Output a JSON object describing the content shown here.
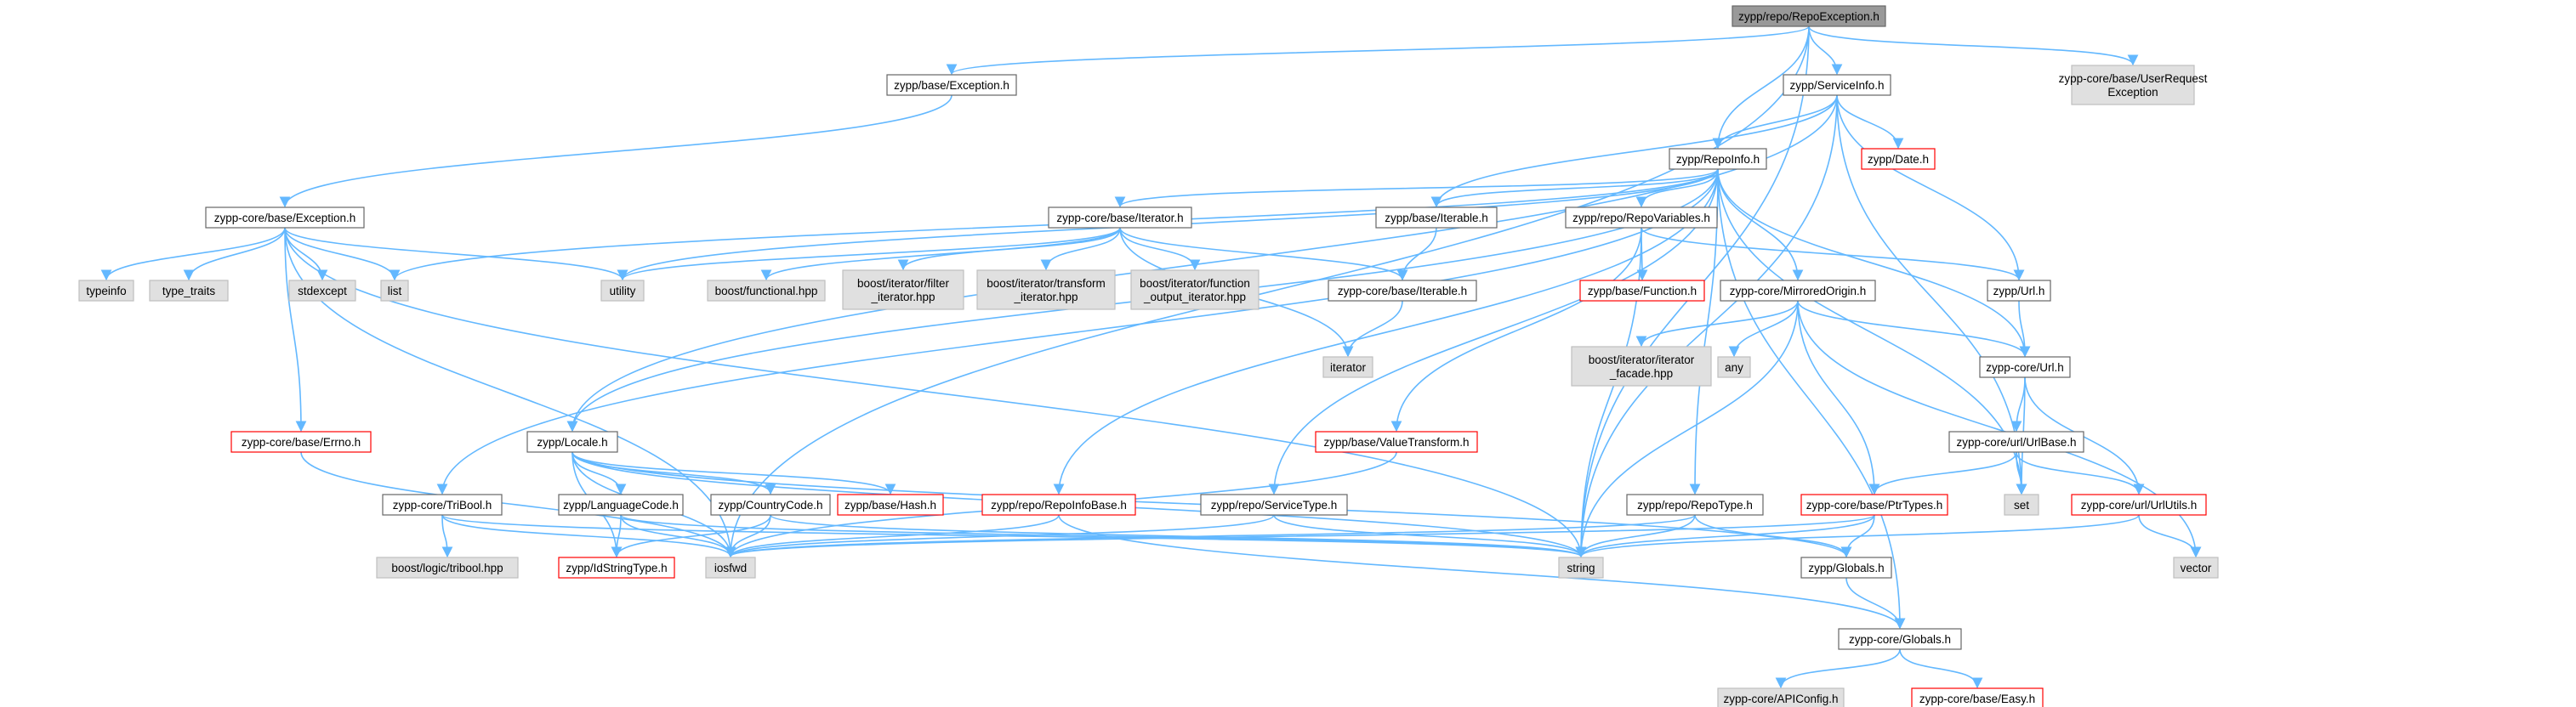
{
  "colors": {
    "edge": "#63b8ff",
    "root_fill": "#999999",
    "root_border": "#666666",
    "doc_fill": "#ffffff",
    "doc_border": "#666666",
    "missing_fill": "#ffffff",
    "missing_border": "#ff0000",
    "system_fill": "#e0e0e0",
    "system_border": "#bfbfbf"
  },
  "nodes": [
    {
      "id": "root",
      "label": "zypp/repo/RepoException.h",
      "style": "root"
    },
    {
      "id": "zbExc",
      "label": "zypp/base/Exception.h",
      "style": "doc"
    },
    {
      "id": "svcInfo",
      "label": "zypp/ServiceInfo.h",
      "style": "doc"
    },
    {
      "id": "ureq",
      "label": "zypp-core/base/UserRequest\nException",
      "style": "system"
    },
    {
      "id": "zcbExc",
      "label": "zypp-core/base/Exception.h",
      "style": "doc"
    },
    {
      "id": "repoInfo",
      "label": "zypp/RepoInfo.h",
      "style": "doc"
    },
    {
      "id": "date",
      "label": "zypp/Date.h",
      "style": "missing"
    },
    {
      "id": "typeinfo",
      "label": "typeinfo",
      "style": "system"
    },
    {
      "id": "type_traits",
      "label": "type_traits",
      "style": "system"
    },
    {
      "id": "stdexcept",
      "label": "stdexcept",
      "style": "system"
    },
    {
      "id": "list",
      "label": "list",
      "style": "system"
    },
    {
      "id": "utility",
      "label": "utility",
      "style": "system"
    },
    {
      "id": "zcbIter",
      "label": "zypp-core/base/Iterator.h",
      "style": "doc"
    },
    {
      "id": "zbIterable",
      "label": "zypp/base/Iterable.h",
      "style": "doc"
    },
    {
      "id": "repoVars",
      "label": "zypp/repo/RepoVariables.h",
      "style": "doc"
    },
    {
      "id": "bfunc",
      "label": "boost/functional.hpp",
      "style": "system"
    },
    {
      "id": "bfilter",
      "label": "boost/iterator/filter\n_iterator.hpp",
      "style": "system"
    },
    {
      "id": "btransform",
      "label": "boost/iterator/transform\n_iterator.hpp",
      "style": "system"
    },
    {
      "id": "bfunctionout",
      "label": "boost/iterator/function\n_output_iterator.hpp",
      "style": "system"
    },
    {
      "id": "zcbIterable",
      "label": "zypp-core/base/Iterable.h",
      "style": "doc"
    },
    {
      "id": "zbFunction",
      "label": "zypp/base/Function.h",
      "style": "missing"
    },
    {
      "id": "mirrored",
      "label": "zypp-core/MirroredOrigin.h",
      "style": "doc"
    },
    {
      "id": "url",
      "label": "zypp/Url.h",
      "style": "doc"
    },
    {
      "id": "iterator",
      "label": "iterator",
      "style": "system"
    },
    {
      "id": "bfacade",
      "label": "boost/iterator/iterator\n_facade.hpp",
      "style": "system"
    },
    {
      "id": "any",
      "label": "any",
      "style": "system"
    },
    {
      "id": "zcUrl",
      "label": "zypp-core/Url.h",
      "style": "doc"
    },
    {
      "id": "errno",
      "label": "zypp-core/base/Errno.h",
      "style": "missing"
    },
    {
      "id": "locale",
      "label": "zypp/Locale.h",
      "style": "doc"
    },
    {
      "id": "valueT",
      "label": "zypp/base/ValueTransform.h",
      "style": "missing"
    },
    {
      "id": "urlBase",
      "label": "zypp-core/url/UrlBase.h",
      "style": "doc"
    },
    {
      "id": "triBool",
      "label": "zypp-core/TriBool.h",
      "style": "doc"
    },
    {
      "id": "langCode",
      "label": "zypp/LanguageCode.h",
      "style": "doc"
    },
    {
      "id": "countryCode",
      "label": "zypp/CountryCode.h",
      "style": "doc"
    },
    {
      "id": "hash",
      "label": "zypp/base/Hash.h",
      "style": "missing"
    },
    {
      "id": "repoInfoBase",
      "label": "zypp/repo/RepoInfoBase.h",
      "style": "missing"
    },
    {
      "id": "serviceType",
      "label": "zypp/repo/ServiceType.h",
      "style": "doc"
    },
    {
      "id": "repoType",
      "label": "zypp/repo/RepoType.h",
      "style": "doc"
    },
    {
      "id": "ptrTypes",
      "label": "zypp-core/base/PtrTypes.h",
      "style": "missing"
    },
    {
      "id": "set",
      "label": "set",
      "style": "system"
    },
    {
      "id": "urlUtils",
      "label": "zypp-core/url/UrlUtils.h",
      "style": "missing"
    },
    {
      "id": "btribool",
      "label": "boost/logic/tribool.hpp",
      "style": "system"
    },
    {
      "id": "idString",
      "label": "zypp/IdStringType.h",
      "style": "missing"
    },
    {
      "id": "iosfwd",
      "label": "iosfwd",
      "style": "system"
    },
    {
      "id": "string",
      "label": "string",
      "style": "system"
    },
    {
      "id": "zGlobals",
      "label": "zypp/Globals.h",
      "style": "doc"
    },
    {
      "id": "vector",
      "label": "vector",
      "style": "system"
    },
    {
      "id": "zcGlobals",
      "label": "zypp-core/Globals.h",
      "style": "doc"
    },
    {
      "id": "apiConfig",
      "label": "zypp-core/APIConfig.h",
      "style": "system"
    },
    {
      "id": "easy",
      "label": "zypp-core/base/Easy.h",
      "style": "missing"
    }
  ],
  "edges": [
    [
      "root",
      "zbExc"
    ],
    [
      "root",
      "svcInfo"
    ],
    [
      "root",
      "ureq"
    ],
    [
      "root",
      "repoInfo"
    ],
    [
      "root",
      "iosfwd"
    ],
    [
      "root",
      "string"
    ],
    [
      "zbExc",
      "zcbExc"
    ],
    [
      "zcbExc",
      "typeinfo"
    ],
    [
      "zcbExc",
      "type_traits"
    ],
    [
      "zcbExc",
      "stdexcept"
    ],
    [
      "zcbExc",
      "list"
    ],
    [
      "zcbExc",
      "utility"
    ],
    [
      "zcbExc",
      "errno"
    ],
    [
      "zcbExc",
      "iosfwd"
    ],
    [
      "zcbExc",
      "string"
    ],
    [
      "errno",
      "iosfwd"
    ],
    [
      "svcInfo",
      "repoInfo"
    ],
    [
      "svcInfo",
      "date"
    ],
    [
      "svcInfo",
      "url"
    ],
    [
      "svcInfo",
      "set"
    ],
    [
      "svcInfo",
      "string"
    ],
    [
      "svcInfo",
      "zbIterable"
    ],
    [
      "svcInfo",
      "locale"
    ],
    [
      "repoInfo",
      "list"
    ],
    [
      "repoInfo",
      "utility"
    ],
    [
      "repoInfo",
      "zcbIter"
    ],
    [
      "repoInfo",
      "zbIterable"
    ],
    [
      "repoInfo",
      "repoVars"
    ],
    [
      "repoInfo",
      "mirrored"
    ],
    [
      "repoInfo",
      "zcUrl"
    ],
    [
      "repoInfo",
      "set"
    ],
    [
      "repoInfo",
      "triBool"
    ],
    [
      "repoInfo",
      "locale"
    ],
    [
      "repoInfo",
      "repoInfoBase"
    ],
    [
      "repoInfo",
      "serviceType"
    ],
    [
      "repoInfo",
      "repoType"
    ],
    [
      "repoInfo",
      "zcGlobals"
    ],
    [
      "zcbIter",
      "utility"
    ],
    [
      "zcbIter",
      "bfunc"
    ],
    [
      "zcbIter",
      "bfilter"
    ],
    [
      "zcbIter",
      "btransform"
    ],
    [
      "zcbIter",
      "bfunctionout"
    ],
    [
      "zcbIter",
      "zcbIterable"
    ],
    [
      "zcbIter",
      "iterator"
    ],
    [
      "zbIterable",
      "zcbIterable"
    ],
    [
      "zcbIterable",
      "iterator"
    ],
    [
      "repoVars",
      "zbFunction"
    ],
    [
      "repoVars",
      "valueT"
    ],
    [
      "repoVars",
      "url"
    ],
    [
      "repoVars",
      "string"
    ],
    [
      "valueT",
      "iosfwd"
    ],
    [
      "mirrored",
      "bfacade"
    ],
    [
      "mirrored",
      "any"
    ],
    [
      "mirrored",
      "zcUrl"
    ],
    [
      "mirrored",
      "ptrTypes"
    ],
    [
      "mirrored",
      "string"
    ],
    [
      "mirrored",
      "vector"
    ],
    [
      "url",
      "zcUrl"
    ],
    [
      "zcUrl",
      "urlBase"
    ],
    [
      "zcUrl",
      "urlUtils"
    ],
    [
      "zcUrl",
      "set"
    ],
    [
      "urlBase",
      "ptrTypes"
    ],
    [
      "urlBase",
      "set"
    ],
    [
      "urlBase",
      "urlUtils"
    ],
    [
      "urlUtils",
      "vector"
    ],
    [
      "urlUtils",
      "string"
    ],
    [
      "ptrTypes",
      "zGlobals"
    ],
    [
      "ptrTypes",
      "iosfwd"
    ],
    [
      "ptrTypes",
      "string"
    ],
    [
      "zGlobals",
      "zcGlobals"
    ],
    [
      "zcGlobals",
      "apiConfig"
    ],
    [
      "zcGlobals",
      "easy"
    ],
    [
      "locale",
      "langCode"
    ],
    [
      "locale",
      "countryCode"
    ],
    [
      "locale",
      "hash"
    ],
    [
      "locale",
      "iosfwd"
    ],
    [
      "locale",
      "idString"
    ],
    [
      "locale",
      "string"
    ],
    [
      "locale",
      "zGlobals"
    ],
    [
      "triBool",
      "btribool"
    ],
    [
      "triBool",
      "iosfwd"
    ],
    [
      "triBool",
      "string"
    ],
    [
      "langCode",
      "iosfwd"
    ],
    [
      "langCode",
      "idString"
    ],
    [
      "langCode",
      "string"
    ],
    [
      "countryCode",
      "iosfwd"
    ],
    [
      "countryCode",
      "idString"
    ],
    [
      "countryCode",
      "string"
    ],
    [
      "repoInfoBase",
      "iosfwd"
    ],
    [
      "repoInfoBase",
      "zcGlobals"
    ],
    [
      "serviceType",
      "iosfwd"
    ],
    [
      "serviceType",
      "string"
    ],
    [
      "repoType",
      "iosfwd"
    ],
    [
      "repoType",
      "string"
    ],
    [
      "repoType",
      "zGlobals"
    ]
  ]
}
